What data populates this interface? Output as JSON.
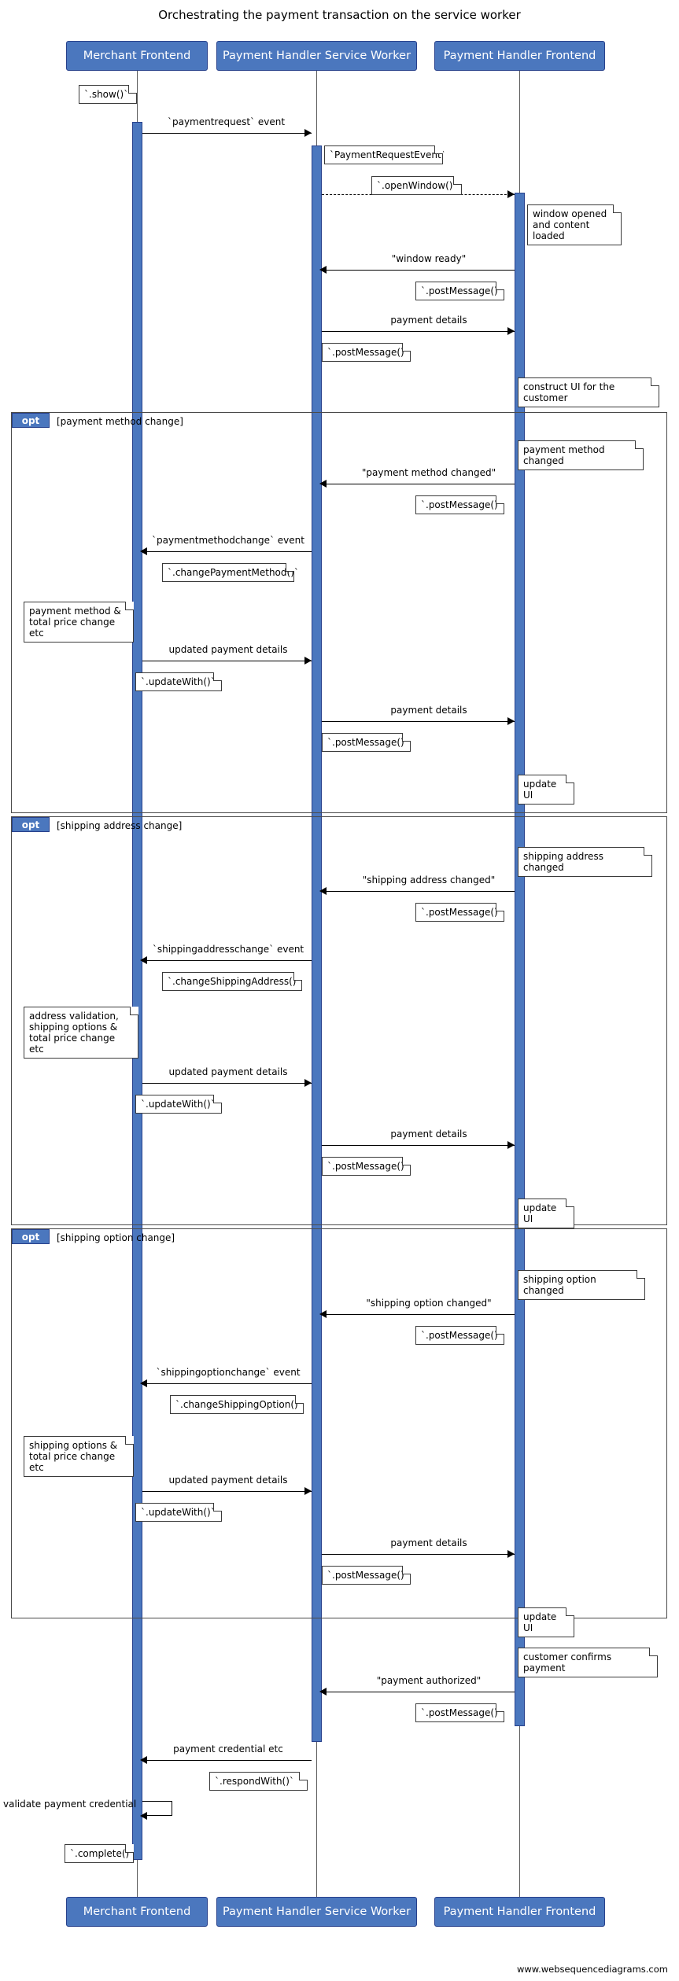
{
  "diagram": {
    "title": "Orchestrating the payment transaction on the service worker",
    "credit": "www.websequencediagrams.com",
    "accent_color": "#4b77be",
    "accent_border": "#27408b",
    "actors": [
      {
        "id": "merchant",
        "label": "Merchant Frontend"
      },
      {
        "id": "sw",
        "label": "Payment Handler Service Worker"
      },
      {
        "id": "handler",
        "label": "Payment Handler Frontend"
      }
    ],
    "fragments": [
      {
        "tag": "opt",
        "condition": "[payment method change]"
      },
      {
        "tag": "opt",
        "condition": "[shipping address change]"
      },
      {
        "tag": "opt",
        "condition": "[shipping option change]"
      }
    ],
    "messages": [
      {
        "label": "`paymentrequest` event"
      },
      {
        "label": "\"window ready\""
      },
      {
        "label": "payment details"
      },
      {
        "label": "\"payment method changed\""
      },
      {
        "label": "`paymentmethodchange` event"
      },
      {
        "label": "updated payment details"
      },
      {
        "label": "payment details"
      },
      {
        "label": "\"shipping address changed\""
      },
      {
        "label": "`shippingaddresschange` event"
      },
      {
        "label": "updated payment details"
      },
      {
        "label": "payment details"
      },
      {
        "label": "\"shipping option changed\""
      },
      {
        "label": "`shippingoptionchange` event"
      },
      {
        "label": "updated payment details"
      },
      {
        "label": "payment details"
      },
      {
        "label": "\"payment authorized\""
      },
      {
        "label": "payment credential etc"
      }
    ],
    "notes": [
      {
        "id": "n-show",
        "text": "`.show()`"
      },
      {
        "id": "n-paymentrequestevent",
        "text": "`PaymentRequestEvent`"
      },
      {
        "id": "n-openwindow",
        "text": "`.openWindow()`"
      },
      {
        "id": "n-window-opened",
        "text": "window opened\nand content loaded"
      },
      {
        "id": "n-postmessage-1",
        "text": "`.postMessage()`"
      },
      {
        "id": "n-postmessage-2",
        "text": "`.postMessage()`"
      },
      {
        "id": "n-construct-ui",
        "text": "construct UI for the customer"
      },
      {
        "id": "n-pm-changed",
        "text": "payment method changed"
      },
      {
        "id": "n-postmessage-3",
        "text": "`.postMessage()`"
      },
      {
        "id": "n-changepaymentmethod",
        "text": "`.changePaymentMethod()`"
      },
      {
        "id": "n-pm-total",
        "text": "payment method &\ntotal price change etc"
      },
      {
        "id": "n-updatewith-1",
        "text": "`.updateWith()`"
      },
      {
        "id": "n-postmessage-4",
        "text": "`.postMessage()`"
      },
      {
        "id": "n-update-ui-1",
        "text": "update UI"
      },
      {
        "id": "n-sa-changed",
        "text": "shipping address changed"
      },
      {
        "id": "n-postmessage-5",
        "text": "`.postMessage()`"
      },
      {
        "id": "n-changeshippingaddress",
        "text": "`.changeShippingAddress()`"
      },
      {
        "id": "n-address-validation",
        "text": "address validation,\nshipping options &\ntotal price change etc"
      },
      {
        "id": "n-updatewith-2",
        "text": "`.updateWith()`"
      },
      {
        "id": "n-postmessage-6",
        "text": "`.postMessage()`"
      },
      {
        "id": "n-update-ui-2",
        "text": "update UI"
      },
      {
        "id": "n-so-changed",
        "text": "shipping option changed"
      },
      {
        "id": "n-postmessage-7",
        "text": "`.postMessage()`"
      },
      {
        "id": "n-changeshippingoption",
        "text": "`.changeShippingOption()`"
      },
      {
        "id": "n-so-total",
        "text": "shipping options &\ntotal price change etc"
      },
      {
        "id": "n-updatewith-3",
        "text": "`.updateWith()`"
      },
      {
        "id": "n-postmessage-8",
        "text": "`.postMessage()`"
      },
      {
        "id": "n-update-ui-3",
        "text": "update UI"
      },
      {
        "id": "n-customer-confirms",
        "text": "customer confirms payment"
      },
      {
        "id": "n-postmessage-9",
        "text": "`.postMessage()`"
      },
      {
        "id": "n-respondwith",
        "text": "`.respondWith()`"
      },
      {
        "id": "n-validate",
        "text": "validate payment credential"
      },
      {
        "id": "n-complete",
        "text": "`.complete()`"
      }
    ]
  }
}
